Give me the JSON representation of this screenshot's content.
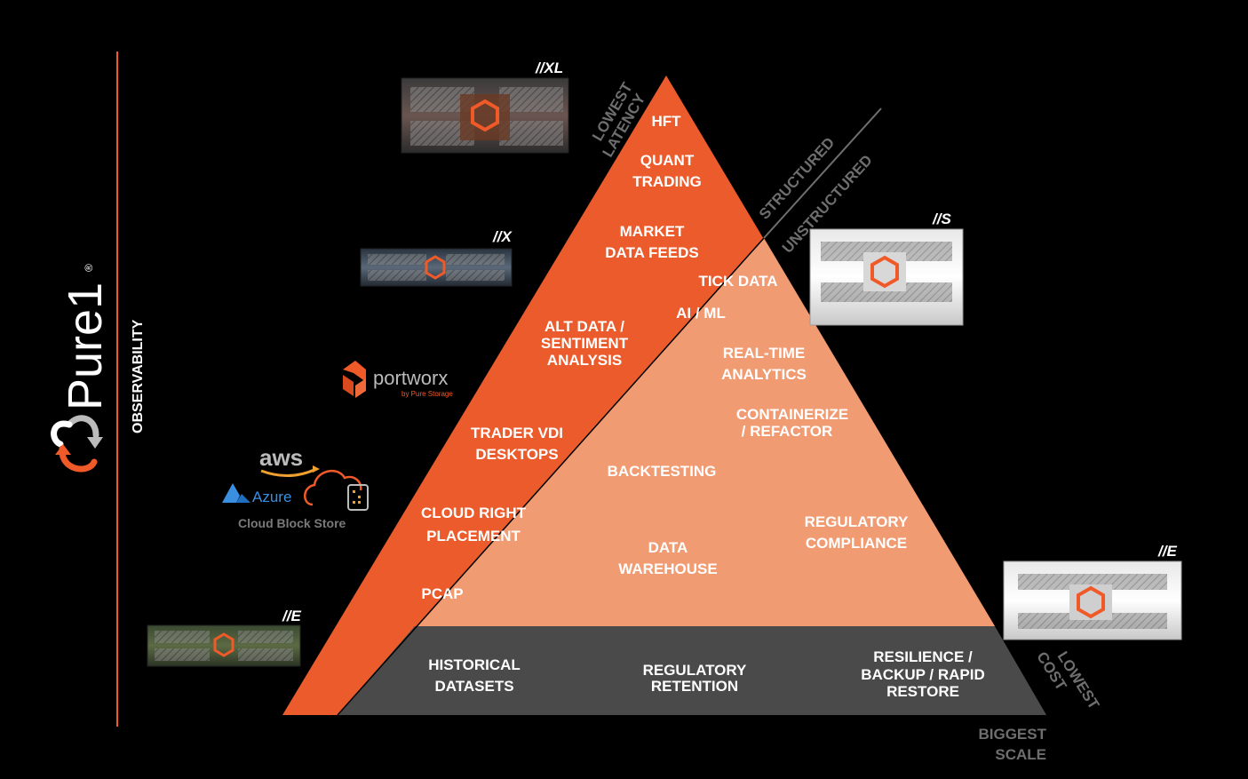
{
  "brand": {
    "name": "Pure1",
    "mark": "®",
    "side_label": "OBSERVABILITY"
  },
  "axes": {
    "top": [
      "LOWEST",
      "LATENCY"
    ],
    "bottom_right": [
      "LOWEST",
      "COST"
    ],
    "scale": [
      "BIGGEST",
      "SCALE"
    ],
    "structured": "STRUCTURED",
    "unstructured": "UNSTRUCTURED"
  },
  "structured_items": [
    [
      "HFT"
    ],
    [
      "QUANT",
      "TRADING"
    ],
    [
      "MARKET",
      "DATA FEEDS"
    ],
    [
      "ALT DATA /",
      "SENTIMENT",
      "ANALYSIS"
    ],
    [
      "TRADER VDI",
      "DESKTOPS"
    ],
    [
      "CLOUD RIGHT",
      "PLACEMENT"
    ],
    [
      "PCAP"
    ]
  ],
  "unstructured_items": [
    [
      "TICK DATA"
    ],
    [
      "AI / ML"
    ],
    [
      "REAL-TIME",
      "ANALYTICS"
    ],
    [
      "CONTAINERIZE",
      "/ REFACTOR"
    ],
    [
      "BACKTESTING"
    ],
    [
      "REGULATORY",
      "COMPLIANCE"
    ],
    [
      "DATA",
      "WAREHOUSE"
    ]
  ],
  "base_items": [
    [
      "HISTORICAL",
      "DATASETS"
    ],
    [
      "REGULATORY",
      "RETENTION"
    ],
    [
      "RESILIENCE /",
      "BACKUP / RAPID",
      "RESTORE"
    ]
  ],
  "products": {
    "xl": "//XL",
    "x": "//X",
    "s": "//S",
    "e_right": "//E",
    "e_left": "//E"
  },
  "partners": {
    "portworx": "portworx",
    "portworx_sub": "by Pure Storage",
    "aws": "aws",
    "azure": "Azure",
    "cbs": "Cloud Block Store"
  },
  "colors": {
    "orange_dark": "#EC5B2B",
    "orange_light": "#F19B72",
    "base_gray": "#4A4A4A",
    "accent": "#F05A28"
  }
}
